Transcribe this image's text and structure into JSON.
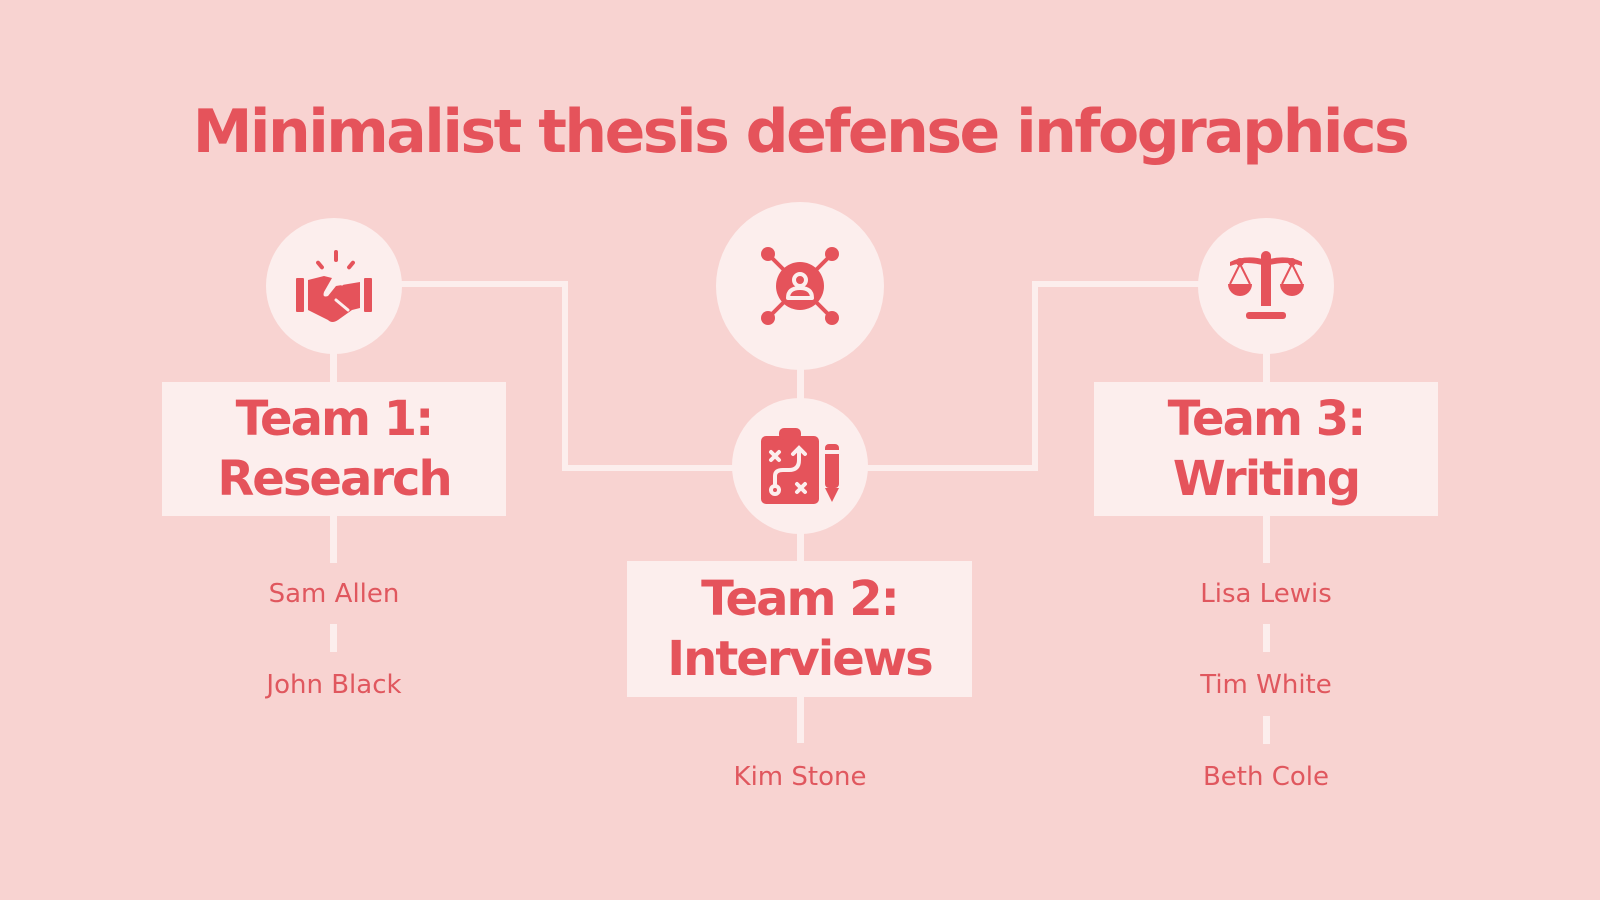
{
  "title": "Minimalist thesis defense infographics",
  "colors": {
    "background": "#F8D3D1",
    "accent": "#E5535B",
    "panel": "#FCEEED"
  },
  "top_node": {
    "icon": "network-person-icon"
  },
  "teams": [
    {
      "label_line1": "Team 1:",
      "label_line2": "Research",
      "icon": "handshake-icon",
      "members": [
        "Sam Allen",
        "John Black"
      ]
    },
    {
      "label_line1": "Team 2:",
      "label_line2": "Interviews",
      "icon": "strategy-clipboard-icon",
      "members": [
        "Kim Stone"
      ]
    },
    {
      "label_line1": "Team 3:",
      "label_line2": "Writing",
      "icon": "scales-icon",
      "members": [
        "Lisa Lewis",
        "Tim White",
        "Beth Cole"
      ]
    }
  ]
}
